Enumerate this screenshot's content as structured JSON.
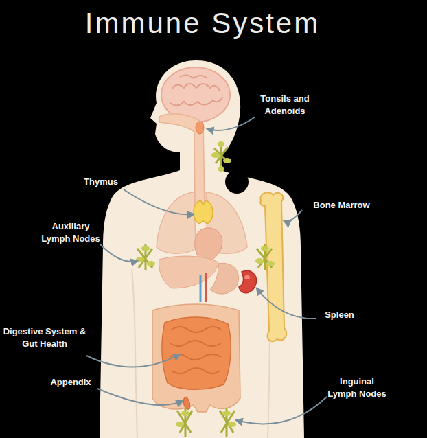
{
  "diagram": {
    "title": "Immune System",
    "labels": [
      "Tonsils and Adenoids",
      "Thymus",
      "Bone Marrow",
      "Auxillary Lymph Nodes",
      "Spleen",
      "Digestive System & Gut Health",
      "Appendix",
      "Inguinal Lymph Nodes"
    ]
  }
}
